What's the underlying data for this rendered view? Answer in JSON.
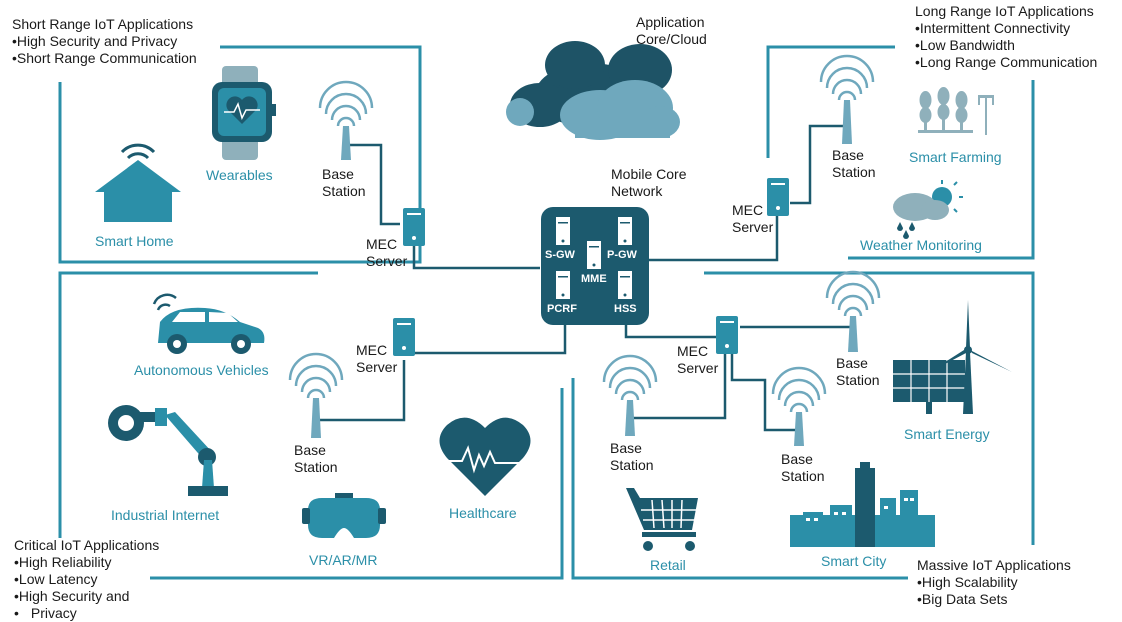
{
  "regions": {
    "short_range": {
      "title": "Short Range IoT Applications",
      "bullets": [
        "High Security and Privacy",
        "Short Range Communication"
      ]
    },
    "long_range": {
      "title": "Long  Range IoT Applications",
      "bullets": [
        "Intermittent Connectivity",
        "Low Bandwidth",
        "Long Range Communication"
      ]
    },
    "critical": {
      "title": "Critical IoT Applications",
      "bullets": [
        "High Reliability",
        "Low Latency",
        "High Security and",
        "Privacy"
      ]
    },
    "massive": {
      "title": "Massive IoT Applications",
      "bullets": [
        "High Scalability",
        "Big Data Sets"
      ]
    }
  },
  "core": {
    "cloud_label_1": "Application",
    "cloud_label_2": "Core/Cloud",
    "network_label_1": "Mobile Core",
    "network_label_2": "Network",
    "components": [
      "S-GW",
      "P-GW",
      "MME",
      "PCRF",
      "HSS"
    ]
  },
  "labels": {
    "base_station_1": "Base",
    "base_station_2": "Station",
    "mec_1": "MEC",
    "mec_2": "Server"
  },
  "applications": {
    "smart_home": "Smart Home",
    "wearables": "Wearables",
    "smart_farming": "Smart Farming",
    "weather_monitoring": "Weather Monitoring",
    "autonomous_vehicles": "Autonomous Vehicles",
    "industrial_internet": "Industrial Internet",
    "vr_ar_mr": "VR/AR/MR",
    "healthcare": "Healthcare",
    "retail": "Retail",
    "smart_city": "Smart City",
    "smart_energy": "Smart Energy"
  },
  "colors": {
    "primary": "#1c5a6e",
    "accent": "#2b8fa8",
    "cloud_dark": "#1e5366",
    "cloud_light": "#6fa8bd"
  }
}
